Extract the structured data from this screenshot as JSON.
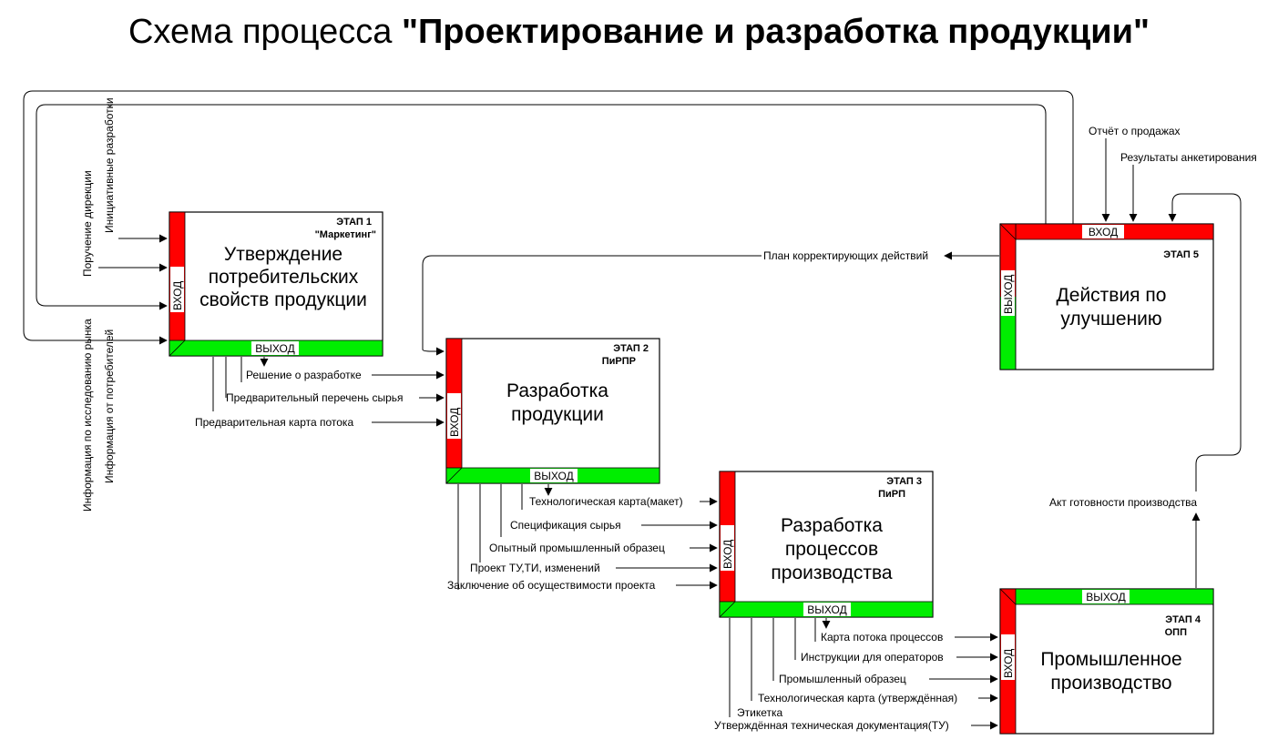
{
  "title": {
    "prefix": "Схема процесса ",
    "name": "\"Проектирование и разработка продукции\""
  },
  "io_labels": {
    "input": "ВХОД",
    "output": "ВЫХОД"
  },
  "colors": {
    "input_bar": "#ff0000",
    "output_bar": "#00ee00",
    "line": "#000000"
  },
  "stages": [
    {
      "stage": "ЭТАП 1",
      "code": "\"Маркетинг\"",
      "name": [
        "Утверждение",
        "потребительских",
        "свойств продукции"
      ]
    },
    {
      "stage": "ЭТАП 2",
      "code": "ПиРПР",
      "name": [
        "Разработка",
        "продукции"
      ]
    },
    {
      "stage": "ЭТАП 3",
      "code": "ПиРП",
      "name": [
        "Разработка",
        "процессов",
        "производства"
      ]
    },
    {
      "stage": "ЭТАП 4",
      "code": "ОПП",
      "name": [
        "Промышленное",
        "производство"
      ]
    },
    {
      "stage": "ЭТАП 5",
      "code": "",
      "name": [
        "Действия по",
        "улучшению"
      ]
    }
  ],
  "inputs_stage1": [
    "Поручение дирекции",
    "Инициативные разработки",
    "Информация по исследованию рынка",
    "Информация от потребителей"
  ],
  "flows_1_to_2": [
    "Решение о разработке",
    "Предварительный перечень сырья",
    "Предварительная карта потока"
  ],
  "flows_2_to_3": [
    "Технологическая карта(макет)",
    "Спецификация сырья",
    "Опытный промышленный образец",
    "Проект ТУ,ТИ, изменений",
    "Заключение об осуществимости проекта"
  ],
  "flows_3_to_4": [
    "Карта потока процессов",
    "Инструкции для операторов",
    "Промышленный образец",
    "Технологическая карта (утверждённая)",
    "Этикетка",
    "Утверждённая техническая документация(ТУ)"
  ],
  "flow_4_to_5": "Акт готовности производства",
  "flow_5_to_2": "План корректирующих действий",
  "inputs_stage5": [
    "Отчёт о продажах",
    "Результаты анкетирования"
  ]
}
